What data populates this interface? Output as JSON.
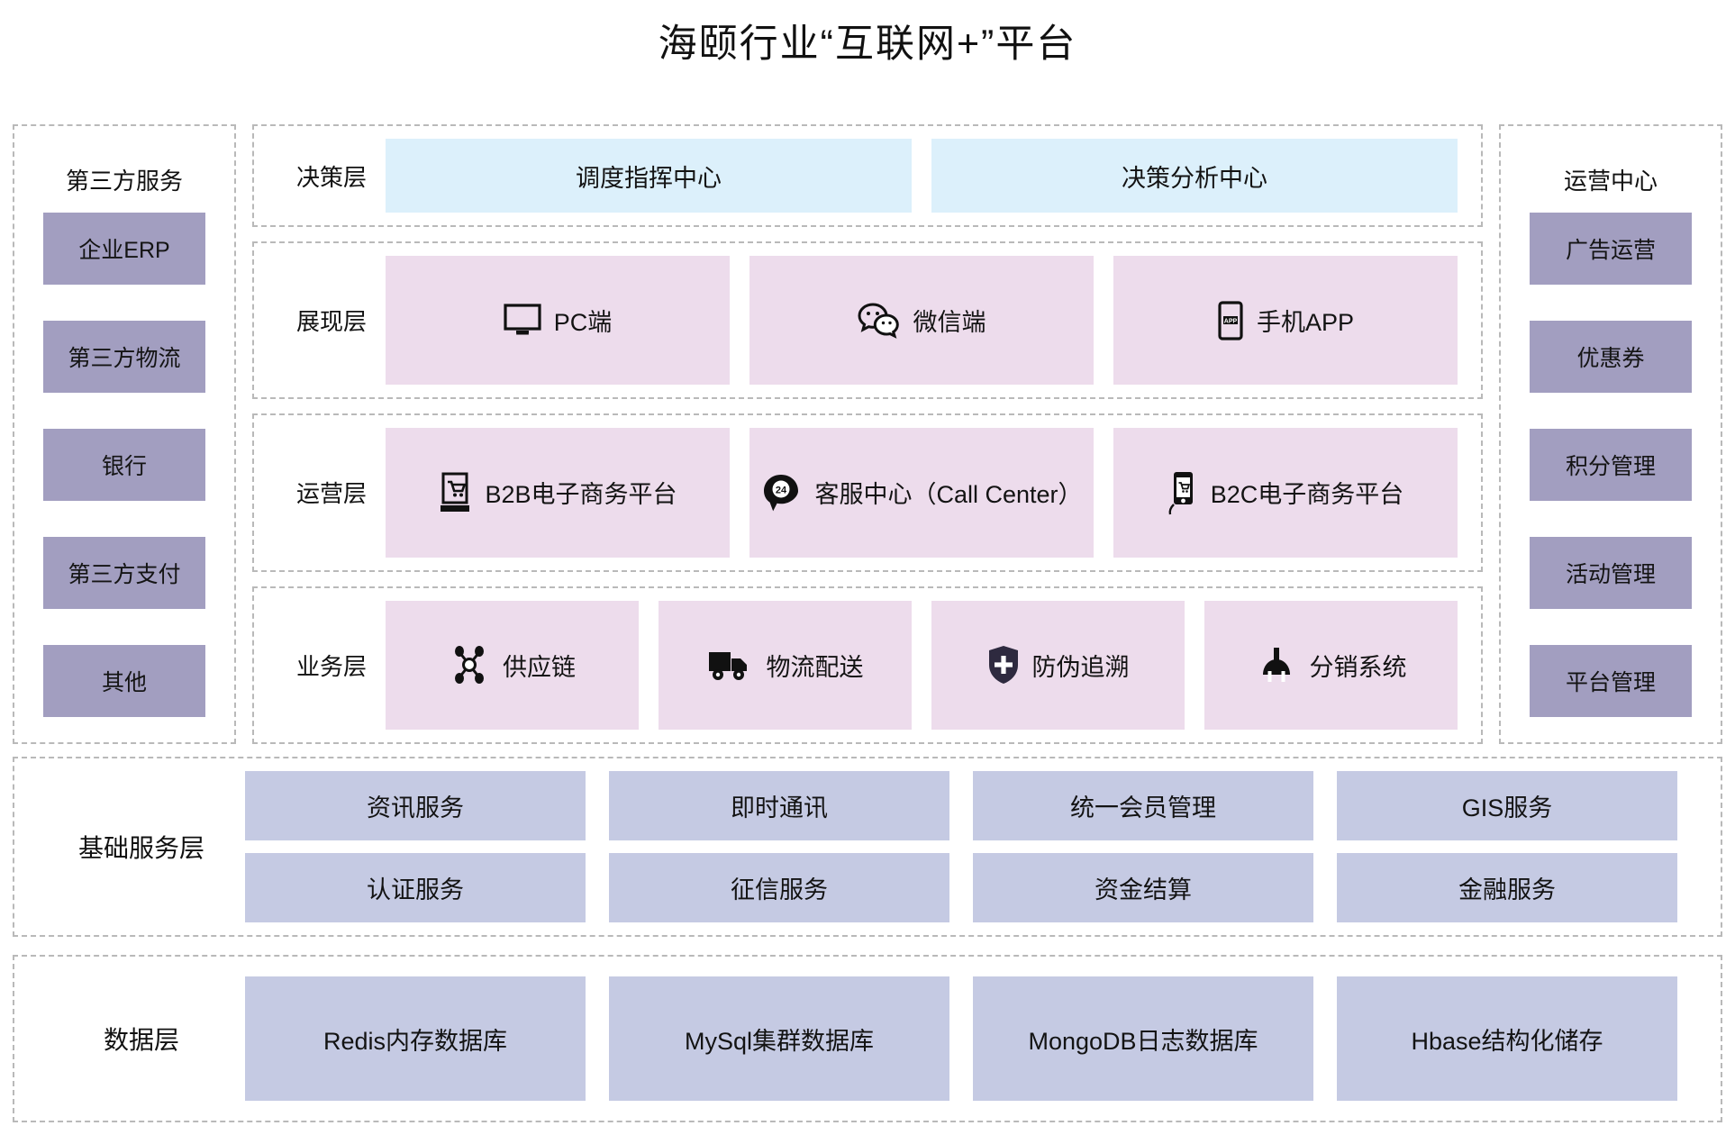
{
  "title": "海颐行业“互联网+”平台",
  "left_panel": {
    "header": "第三方服务",
    "items": [
      {
        "label": "企业ERP"
      },
      {
        "label": "第三方物流"
      },
      {
        "label": "银行"
      },
      {
        "label": "第三方支付"
      },
      {
        "label": "其他"
      }
    ]
  },
  "right_panel": {
    "header": "运营中心",
    "items": [
      {
        "label": "广告运营"
      },
      {
        "label": "优惠券"
      },
      {
        "label": "积分管理"
      },
      {
        "label": "活动管理"
      },
      {
        "label": "平台管理"
      }
    ]
  },
  "layers": {
    "decision": {
      "label": "决策层",
      "items": [
        {
          "label": "调度指挥中心",
          "icon": ""
        },
        {
          "label": "决策分析中心",
          "icon": ""
        }
      ]
    },
    "display": {
      "label": "展现层",
      "items": [
        {
          "label": "PC端",
          "icon": "monitor-icon"
        },
        {
          "label": "微信端",
          "icon": "wechat-icon"
        },
        {
          "label": "手机APP",
          "icon": "mobile-app-icon"
        }
      ]
    },
    "operation": {
      "label": "运营层",
      "items": [
        {
          "label": "B2B电子商务平台",
          "icon": "shopping-cart-terminal-icon"
        },
        {
          "label": "客服中心（Call Center）",
          "icon": "phone-24h-icon"
        },
        {
          "label": "B2C电子商务平台",
          "icon": "mobile-shopping-icon"
        }
      ]
    },
    "business": {
      "label": "业务层",
      "items": [
        {
          "label": "供应链",
          "icon": "supply-chain-nodes-icon"
        },
        {
          "label": "物流配送",
          "icon": "delivery-truck-icon"
        },
        {
          "label": "防伪追溯",
          "icon": "shield-icon"
        },
        {
          "label": "分销系统",
          "icon": "distribution-tree-icon"
        }
      ]
    }
  },
  "base_layer": {
    "label": "基础服务层",
    "rows": [
      [
        {
          "label": "资讯服务"
        },
        {
          "label": "即时通讯"
        },
        {
          "label": "统一会员管理"
        },
        {
          "label": "GIS服务"
        }
      ],
      [
        {
          "label": "认证服务"
        },
        {
          "label": "征信服务"
        },
        {
          "label": "资金结算"
        },
        {
          "label": "金融服务"
        }
      ]
    ]
  },
  "data_layer": {
    "label": "数据层",
    "items": [
      {
        "label": "Redis内存数据库"
      },
      {
        "label": "MySql集群数据库"
      },
      {
        "label": "MongoDB日志数据库"
      },
      {
        "label": "Hbase结构化储存"
      }
    ]
  },
  "colors": {
    "purple_chip": "#a29ec0",
    "blue_cell": "#dcf0fb",
    "pink_cell": "#eddcec",
    "periwinkle_chip": "#c5cae3",
    "dashed_border": "#b9b9b9"
  }
}
